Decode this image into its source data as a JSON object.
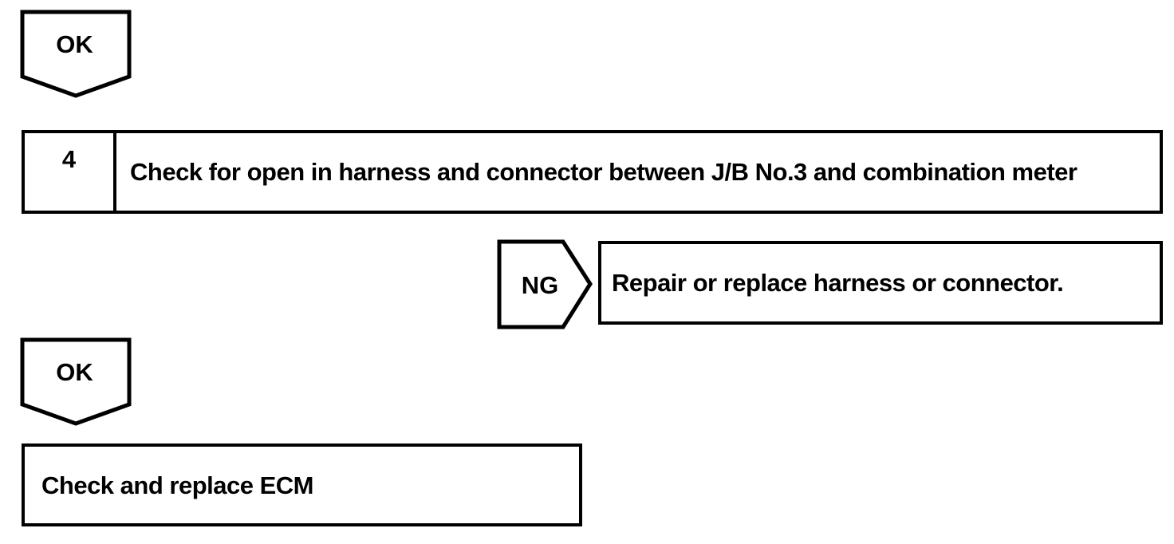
{
  "colors": {
    "stroke": "#000000",
    "background": "#ffffff",
    "text": "#000000"
  },
  "flowchart": {
    "ok_top": {
      "label": "OK"
    },
    "step4": {
      "number": "4",
      "instruction": "Check for open in harness and connector between J/B No.3 and combination meter"
    },
    "ng": {
      "label": "NG"
    },
    "ng_action": {
      "text": "Repair or replace harness or connector."
    },
    "ok_bottom": {
      "label": "OK"
    },
    "final_action": {
      "text": "Check and replace ECM"
    }
  }
}
